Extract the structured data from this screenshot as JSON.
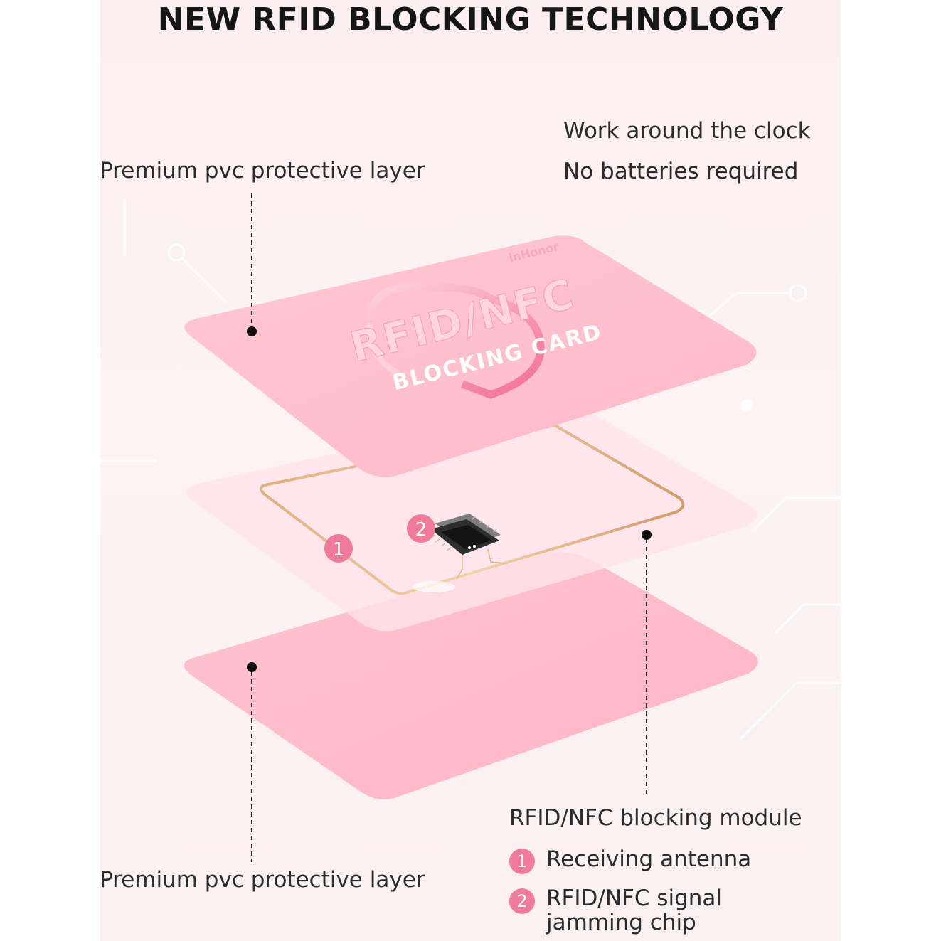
{
  "title": "NEW RFID BLOCKING TECHNOLOGY",
  "labels": {
    "top_layer": "Premium pvc protective layer",
    "bottom_layer": "Premium pvc protective layer",
    "feature_1": "Work around the clock",
    "feature_2": "No batteries required",
    "module_title": "RFID/NFC blocking module"
  },
  "legend": [
    {
      "number": "1",
      "text": "Receiving antenna"
    },
    {
      "number": "2",
      "text": "RFID/NFC signal jamming chip"
    }
  ],
  "card": {
    "brand": "inHonor",
    "line1": "RFID/NFC",
    "line2": "BLOCKING CARD"
  },
  "colors": {
    "card_pink": "#ffbfce",
    "badge_pink": "#f07a9a",
    "antenna_gold": "#d8a978",
    "background": "#fbeef0"
  }
}
